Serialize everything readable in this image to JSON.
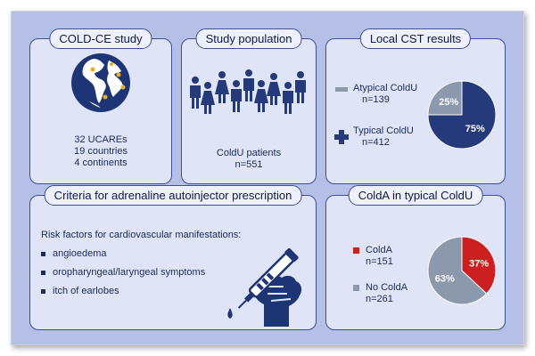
{
  "study": {
    "title": "COLD-CE study",
    "line1": "32 UCAREs",
    "line2": "19 countries",
    "line3": "4 continents"
  },
  "population": {
    "title": "Study population",
    "label": "ColdU patients",
    "n": "n=551"
  },
  "cst": {
    "title": "Local CST results",
    "atypical_label": "Atypical ColdU",
    "atypical_n": "n=139",
    "typical_label": "Typical ColdU",
    "typical_n": "n=412",
    "pie_small_label": "25%",
    "pie_large_label": "75%"
  },
  "criteria": {
    "title": "Criteria for adrenaline autoinjector prescription",
    "risk_heading": "Risk factors for cardiovascular manifestations:",
    "items": [
      "angioedema",
      "oropharyngeal/laryngeal symptoms",
      "itch of earlobes"
    ]
  },
  "colda": {
    "title": "ColdA in typical ColdU",
    "colda_label": "ColdA",
    "colda_n": "n=151",
    "nocolda_label": "No ColdA",
    "nocolda_n": "n=261",
    "pie_small_label": "37%",
    "pie_large_label": "63%"
  },
  "chart_data": [
    {
      "type": "pie",
      "title": "Local CST results",
      "categories": [
        "Atypical ColdU",
        "Typical ColdU"
      ],
      "values": [
        25,
        75
      ],
      "counts": [
        139,
        412
      ]
    },
    {
      "type": "pie",
      "title": "ColdA in typical ColdU",
      "categories": [
        "ColdA",
        "No ColdA"
      ],
      "values": [
        37,
        63
      ],
      "counts": [
        151,
        261
      ]
    }
  ],
  "colors": {
    "navy": "#243a7a",
    "gray": "#8c98ac",
    "red": "#cc1f1f",
    "panel_bg": "#dfe5f6",
    "frame_bg": "#b6bfe6"
  }
}
